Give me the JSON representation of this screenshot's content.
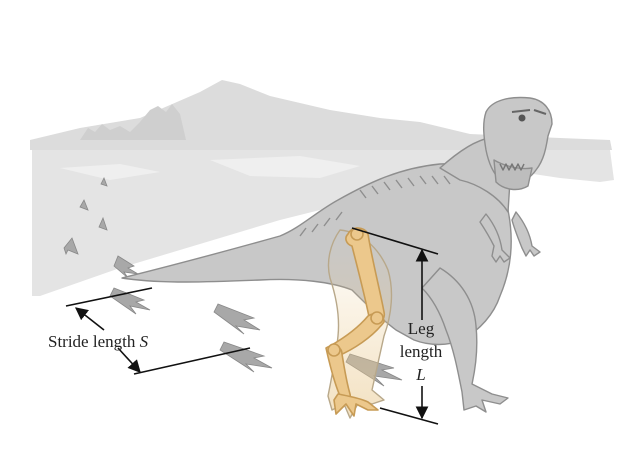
{
  "labels": {
    "stride_text": "Stride length ",
    "stride_symbol": "S",
    "leg_line1": "Leg",
    "leg_line2": "length",
    "leg_symbol": "L"
  },
  "colors": {
    "background": "#ffffff",
    "mountain": "#dcdcdc",
    "ground": "#e4e4e4",
    "dino_body": "#c8c8c8",
    "dino_outline": "#8e8e8e",
    "bone": "#ecc88c",
    "bone_outline": "#c79b55",
    "footprint": "#a8a8a8",
    "measure_line": "#111111"
  }
}
